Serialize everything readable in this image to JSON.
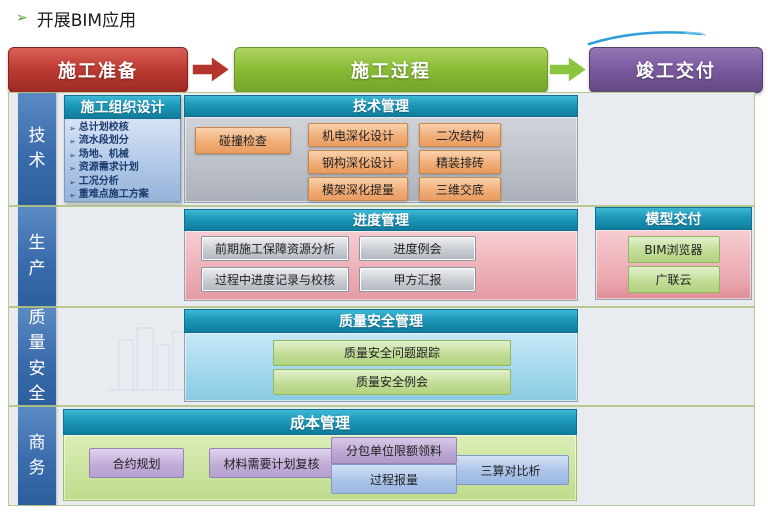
{
  "page": {
    "bullet": "➢",
    "title": "开展BIM应用"
  },
  "phases": {
    "prepare": "施工准备",
    "process": "施工过程",
    "delivery": "竣工交付"
  },
  "lanes": {
    "tech": "技术",
    "production": "生产",
    "quality": "质量安全",
    "business": "商务"
  },
  "org_design": {
    "title": "施工组织设计",
    "bullet": "➢",
    "items": [
      "总计划校核",
      "流水段划分",
      "场地、机械",
      "资源需求计划",
      "工况分析",
      "重难点施工方案"
    ]
  },
  "tech_mgmt": {
    "title": "技术管理",
    "standalone": "碰撞检查",
    "col1": [
      "机电深化设计",
      "钢构深化设计",
      "模架深化提量"
    ],
    "col2": [
      "二次结构",
      "精装排砖",
      "三维交底"
    ]
  },
  "schedule_mgmt": {
    "title": "进度管理",
    "col1": [
      "前期施工保障资源分析",
      "过程中进度记录与校核"
    ],
    "col2": [
      "进度例会",
      "甲方汇报"
    ]
  },
  "model_delivery": {
    "title": "模型交付",
    "items": [
      "BIM浏览器",
      "广联云"
    ]
  },
  "quality_mgmt": {
    "title": "质量安全管理",
    "items": [
      "质量安全问题跟踪",
      "质量安全例会"
    ]
  },
  "cost_mgmt": {
    "title": "成本管理",
    "contract": "合约规划",
    "material": "材料需要计划复核",
    "subcontract": "分包单位限额领料",
    "process_report": "过程报量",
    "comparison": "三算对比析"
  },
  "colors": {
    "phase_prepare": "#bd3b31",
    "phase_process": "#8abc35",
    "phase_delivery": "#7a5aa0",
    "section_header": "#1c97b8",
    "lane_bar": "#3a6bab",
    "tech_chip": "#f0ae78",
    "schedule_chip": "#c8ccd2",
    "green_chip": "#c0db93",
    "lavender_chip": "#c0aad6",
    "blue_chip": "#a9c2e8"
  }
}
